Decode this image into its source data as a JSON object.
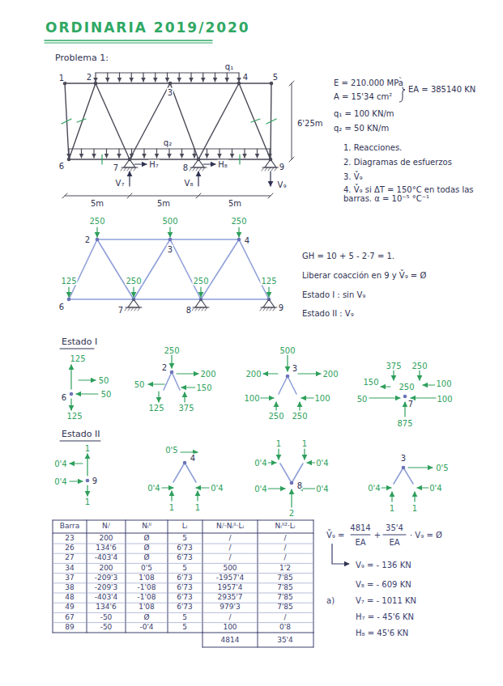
{
  "diagram": {
    "title": "ORDINARIA 2019/2020",
    "labels": [
      "Problema 1:",
      "1",
      "2",
      "3",
      "4",
      "5",
      "6",
      "7",
      "8",
      "9",
      "q₁",
      "q₂",
      "H₇",
      "V₇",
      "H₈",
      "V₈",
      "V₉",
      "6'25m",
      "5m",
      "5m",
      "5m",
      "E = 210.000 MPa",
      "A = 15'34 cm²",
      "EA = 385140 KN",
      "q₁ = 100 KN/m",
      "q₂ = 50 KN/m",
      "1. Reacciones.",
      "2. Diagramas de esfuerzos",
      "3. V̌₉",
      "4. V̌₉ si ΔT = 150°C en todas las barras. α = 10⁻⁵ °C⁻¹",
      "250",
      "500",
      "250",
      "2",
      "3",
      "4",
      "125",
      "250",
      "250",
      "125",
      "6",
      "7",
      "8",
      "9",
      "GH = 10 + 5 - 2·7 = 1.",
      "Liberar coacción en 9 y V̌₉ = Ø",
      "Estado I : sin V₉",
      "Estado II : V₉",
      "Estado I",
      "125",
      "50",
      "50",
      "6",
      "125",
      "250",
      "2",
      "50",
      "200",
      "150",
      "125",
      "375",
      "500",
      "200",
      "3",
      "200",
      "100",
      "100",
      "250",
      "250",
      "375",
      "250",
      "150",
      "100",
      "250",
      "50",
      "7",
      "100",
      "875",
      "Estado II",
      "1",
      "0'4",
      "0'4",
      "9",
      "1",
      "0'5",
      "4",
      "0'4",
      "0'4",
      "1",
      "1",
      "1",
      "1",
      "0'4",
      "0'4",
      "8",
      "0'4",
      "0'4",
      "2",
      "3",
      "0'5",
      "0'4",
      "0'4",
      "1",
      "1",
      "Barra",
      "Nᵢᴵ",
      "Nᵢᴵᴵ",
      "Lᵢ",
      "Nᵢᴵ·Nᵢᴵᴵ·Lᵢ",
      "Nᵢᴵᴵ²·Lᵢ",
      "23",
      "200",
      "Ø",
      "5",
      "/",
      "/",
      "26",
      "134'6",
      "Ø",
      "6'73",
      "/",
      "/",
      "27",
      "-403'4",
      "Ø",
      "6'73",
      "/",
      "/",
      "34",
      "200",
      "0'5",
      "5",
      "500",
      "1'2",
      "37",
      "-209'3",
      "1'08",
      "6'73",
      "-1957'4",
      "7'85",
      "38",
      "-209'3",
      "-1'08",
      "6'73",
      "1957'4",
      "7'85",
      "48",
      "-403'4",
      "-1'08",
      "6'73",
      "2935'7",
      "7'85",
      "49",
      "134'6",
      "1'08",
      "6'73",
      "979'3",
      "7'85",
      "67",
      "-50",
      "Ø",
      "5",
      "/",
      "/",
      "89",
      "-50",
      "-0'4",
      "5",
      "100",
      "0'8",
      "4814",
      "35'4",
      "V̌₉ =",
      "4814",
      "EA",
      "+",
      "35'4",
      "EA",
      "· V₉ = Ø",
      "V₉ = - 136 KN",
      "V₈ = - 609 KN",
      "a)",
      "V₇ = - 1011 KN",
      "H₇ = - 45'6 KN",
      "H₈ = 45'6 KN"
    ]
  }
}
